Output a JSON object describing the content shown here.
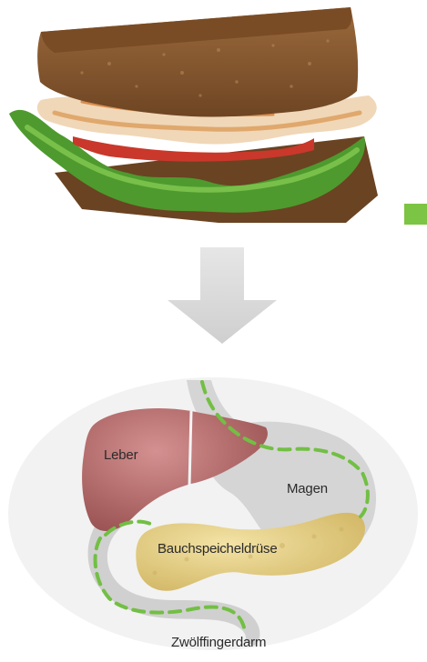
{
  "labels": {
    "liver": "Leber",
    "stomach": "Magen",
    "pancreas": "Bauchspeicheldrüse",
    "duodenum": "Zwölffingerdarm"
  },
  "icons": {
    "food": "sandwich-illustration",
    "flow": "down-arrow-icon",
    "anatomy": "digestive-organs-illustration"
  },
  "colors": {
    "accent_green": "#7cc443",
    "path_green": "#72bf44",
    "arrow_gray": "#d8d8d8",
    "organ_oval_bg": "#f2f2f2",
    "liver": "#b86a6a",
    "pancreas": "#e6cf82"
  }
}
